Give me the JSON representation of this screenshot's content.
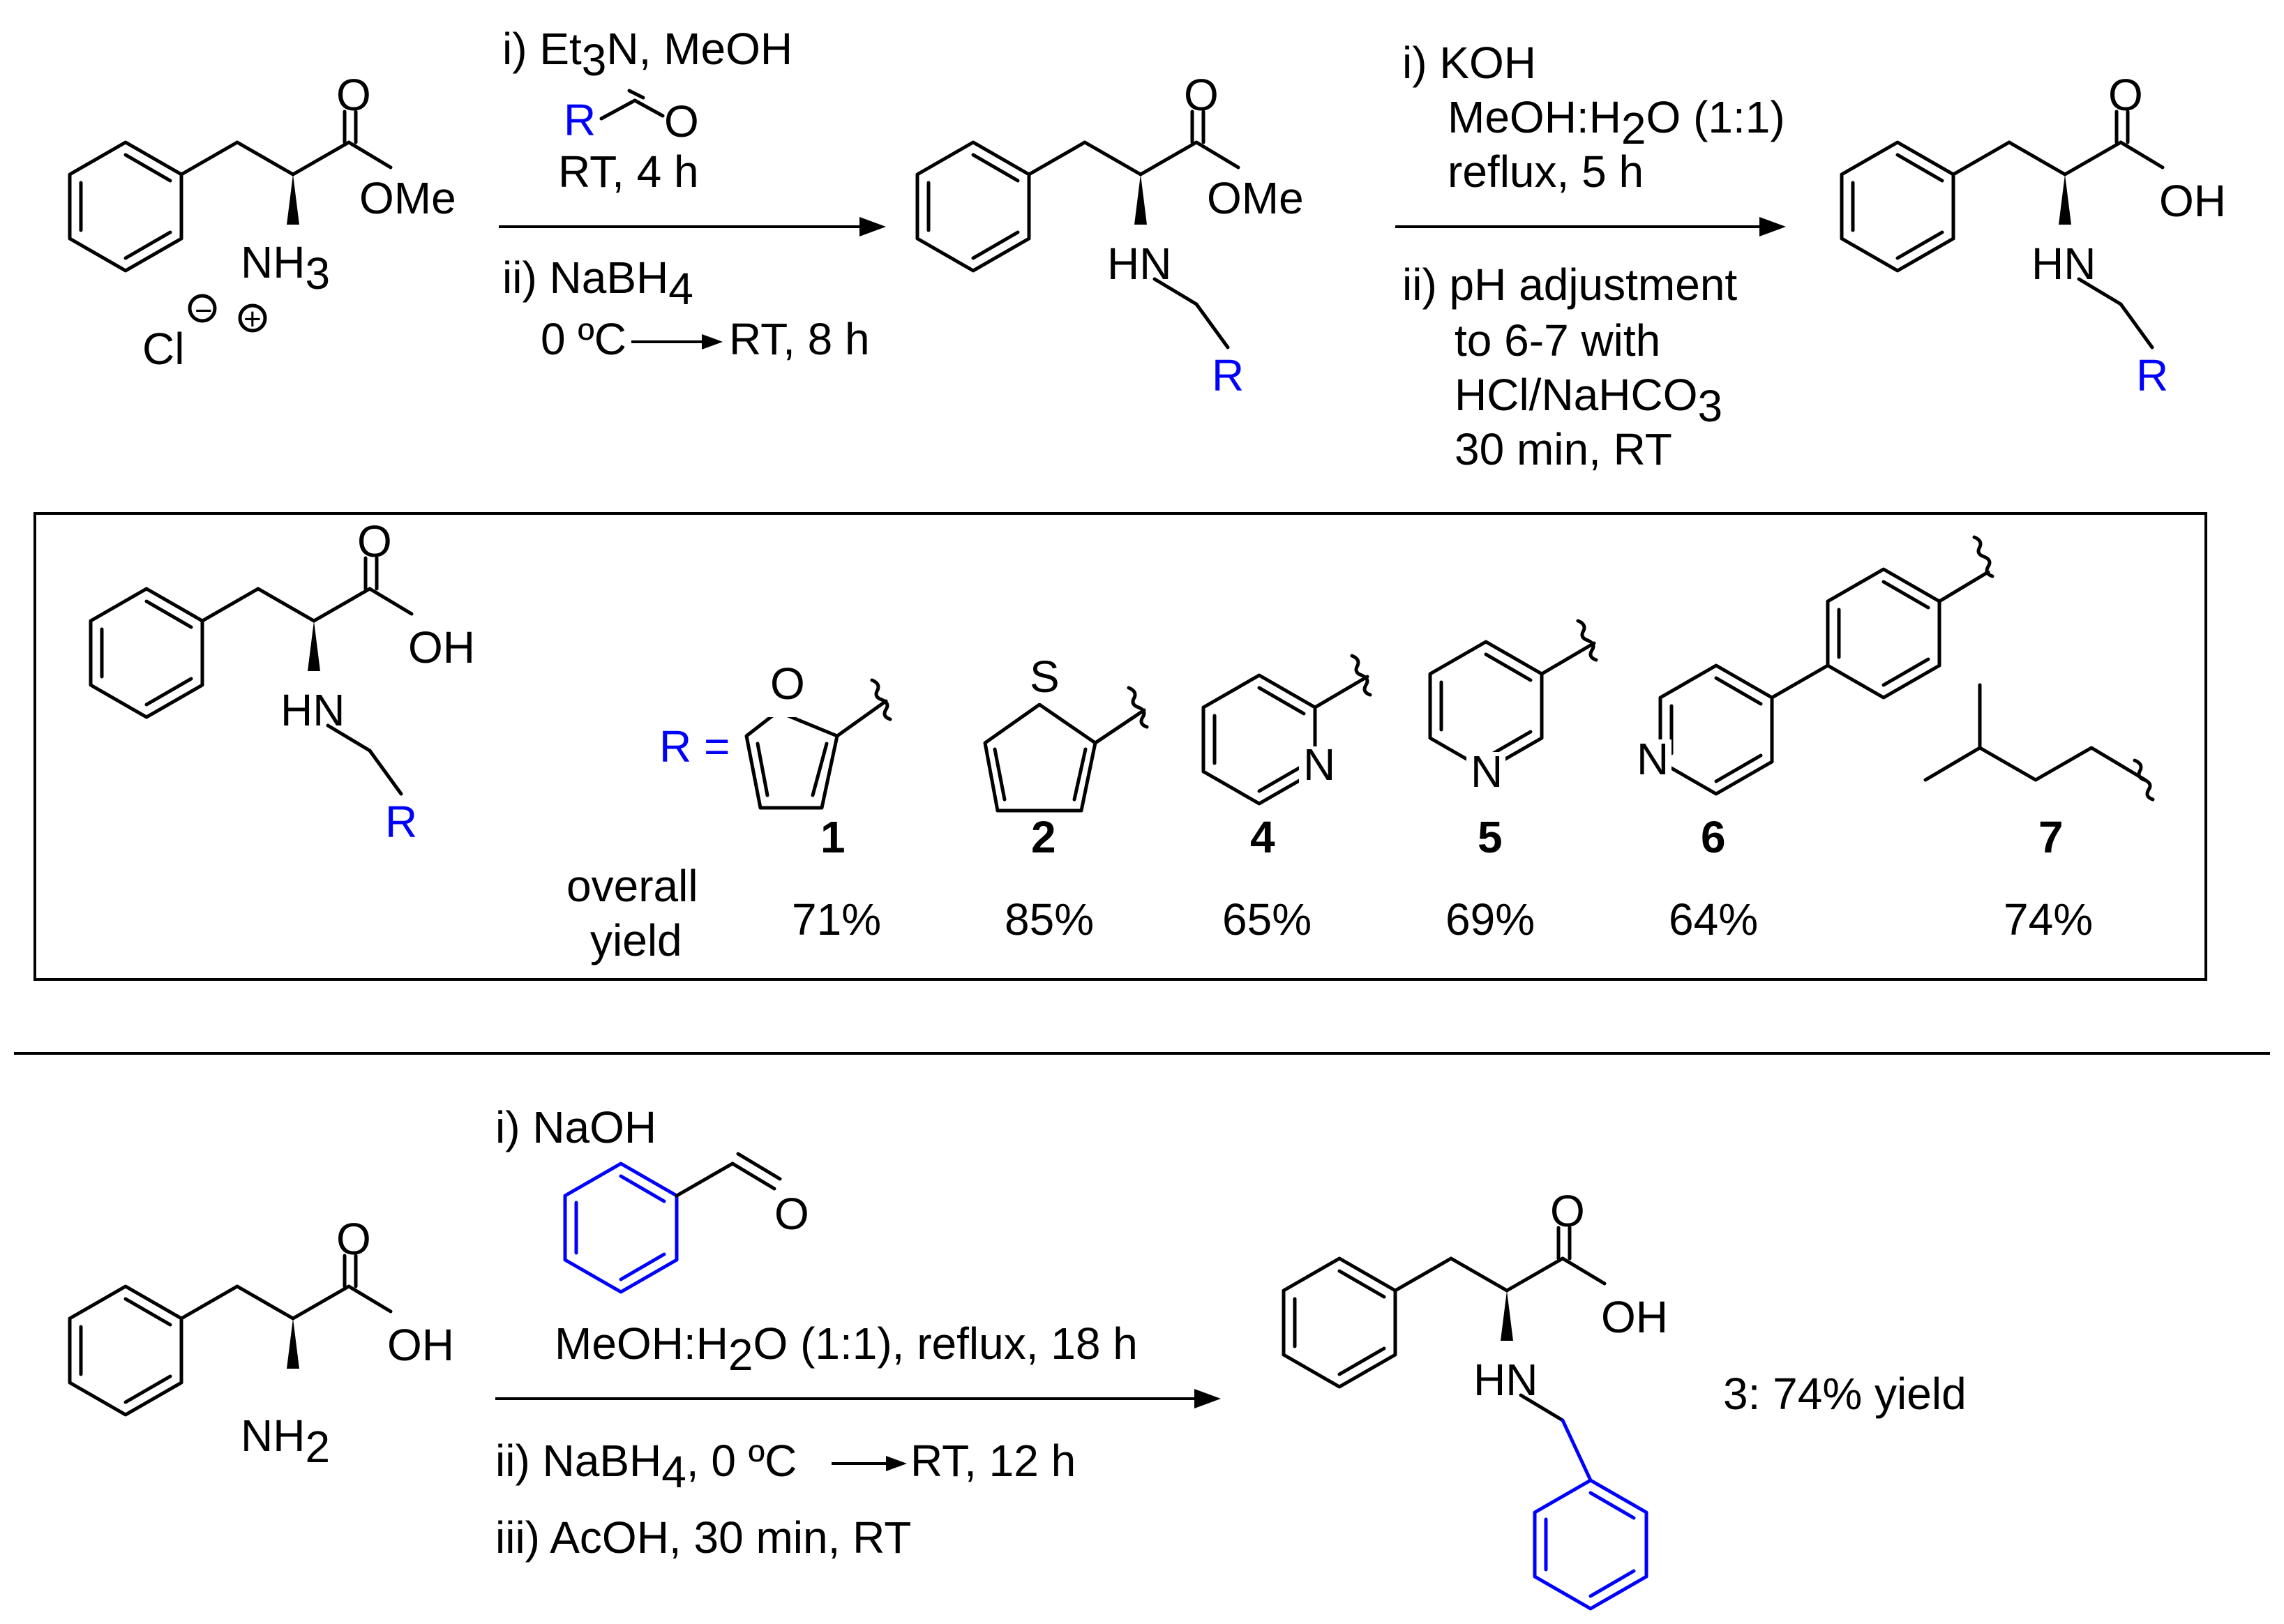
{
  "colors": {
    "ink": "#000000",
    "r_group": "#0000ff",
    "background": "#ffffff"
  },
  "molecules": {
    "ome": "OMe",
    "o": "O",
    "oh": "OH",
    "nh3": "NH",
    "nh3_sub": "3",
    "nh2": "NH",
    "nh2_sub": "2",
    "hn": "HN",
    "r": "R",
    "cl": "Cl",
    "minus": "−",
    "plus": "+",
    "s": "S",
    "n": "N"
  },
  "step1": {
    "line1_pre": "i) Et",
    "line1_sub": "3",
    "line1_post": "N, MeOH",
    "aldehyde_r": "R",
    "aldehyde_o": "O",
    "line2": "RT, 4 h",
    "line3_pre": "ii) NaBH",
    "line3_sub": "4",
    "line4_pre": "0 ºC",
    "line4_post": "RT, 8 h"
  },
  "step2": {
    "line1": "i) KOH",
    "line2_pre": "MeOH:H",
    "line2_sub": "2",
    "line2_post": "O (1:1)",
    "line3": "reflux, 5 h",
    "line4": "ii) pH adjustment",
    "line5": "to 6-7 with",
    "line6_pre": "HCl/NaHCO",
    "line6_sub": "3",
    "line7": "30 min, RT"
  },
  "scope": {
    "r_label": "R =",
    "overall_line1": "overall",
    "overall_line2": "yield",
    "entries": [
      {
        "id": "1",
        "yield": "71%"
      },
      {
        "id": "2",
        "yield": "85%"
      },
      {
        "id": "4",
        "yield": "65%"
      },
      {
        "id": "5",
        "yield": "69%"
      },
      {
        "id": "6",
        "yield": "64%"
      },
      {
        "id": "7",
        "yield": "74%"
      }
    ]
  },
  "step3": {
    "line1": "i) NaOH",
    "aldehyde_o": "O",
    "line2_pre": "MeOH:H",
    "line2_sub": "2",
    "line2_post": "O (1:1), reflux, 18 h",
    "line3_pre": "ii) NaBH",
    "line3_sub": "4",
    "line3_mid": ", 0 ºC",
    "line3_post": "RT, 12 h",
    "line4": "iii) AcOH, 30 min, RT"
  },
  "product3": {
    "id": "3",
    "text": ": 74% yield"
  }
}
